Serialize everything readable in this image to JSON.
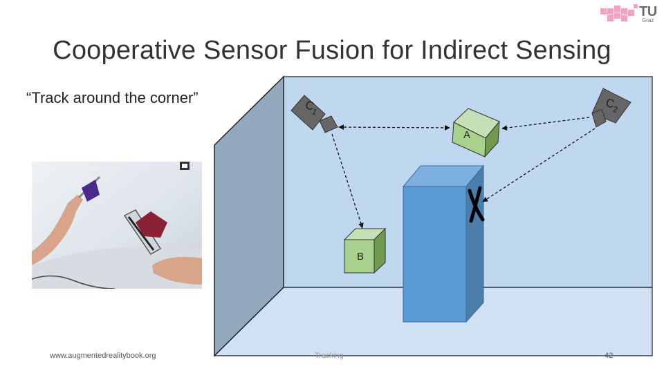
{
  "slide": {
    "title": "Cooperative Sensor Fusion for Indirect Sensing",
    "subtitle": "“Track around the corner”",
    "footer_url": "www.augmentedrealitybook.org",
    "footer_center": "Tracking",
    "page_number": "42"
  },
  "logo": {
    "text": "TU",
    "subtext": "Graz",
    "color": "#f2a3c0"
  },
  "diagram": {
    "camera_1_label": "C",
    "camera_1_subscript": "1",
    "camera_2_label": "C",
    "camera_2_subscript": "2",
    "object_a_label": "A",
    "object_b_label": "B",
    "blocked_mark": "blocked-view-x-icon"
  },
  "colors": {
    "back_wall": "#c0d8ef",
    "floor": "#cfe1f3",
    "left_wall": "#92a9bd",
    "occluder_front": "#5b9bd5",
    "occluder_top": "#7db0e0",
    "occluder_side": "#4a7eab",
    "cube_front": "#a9d18e",
    "cube_top": "#c5e0b4",
    "cube_side": "#6f9a4f",
    "camera": "#666666"
  }
}
